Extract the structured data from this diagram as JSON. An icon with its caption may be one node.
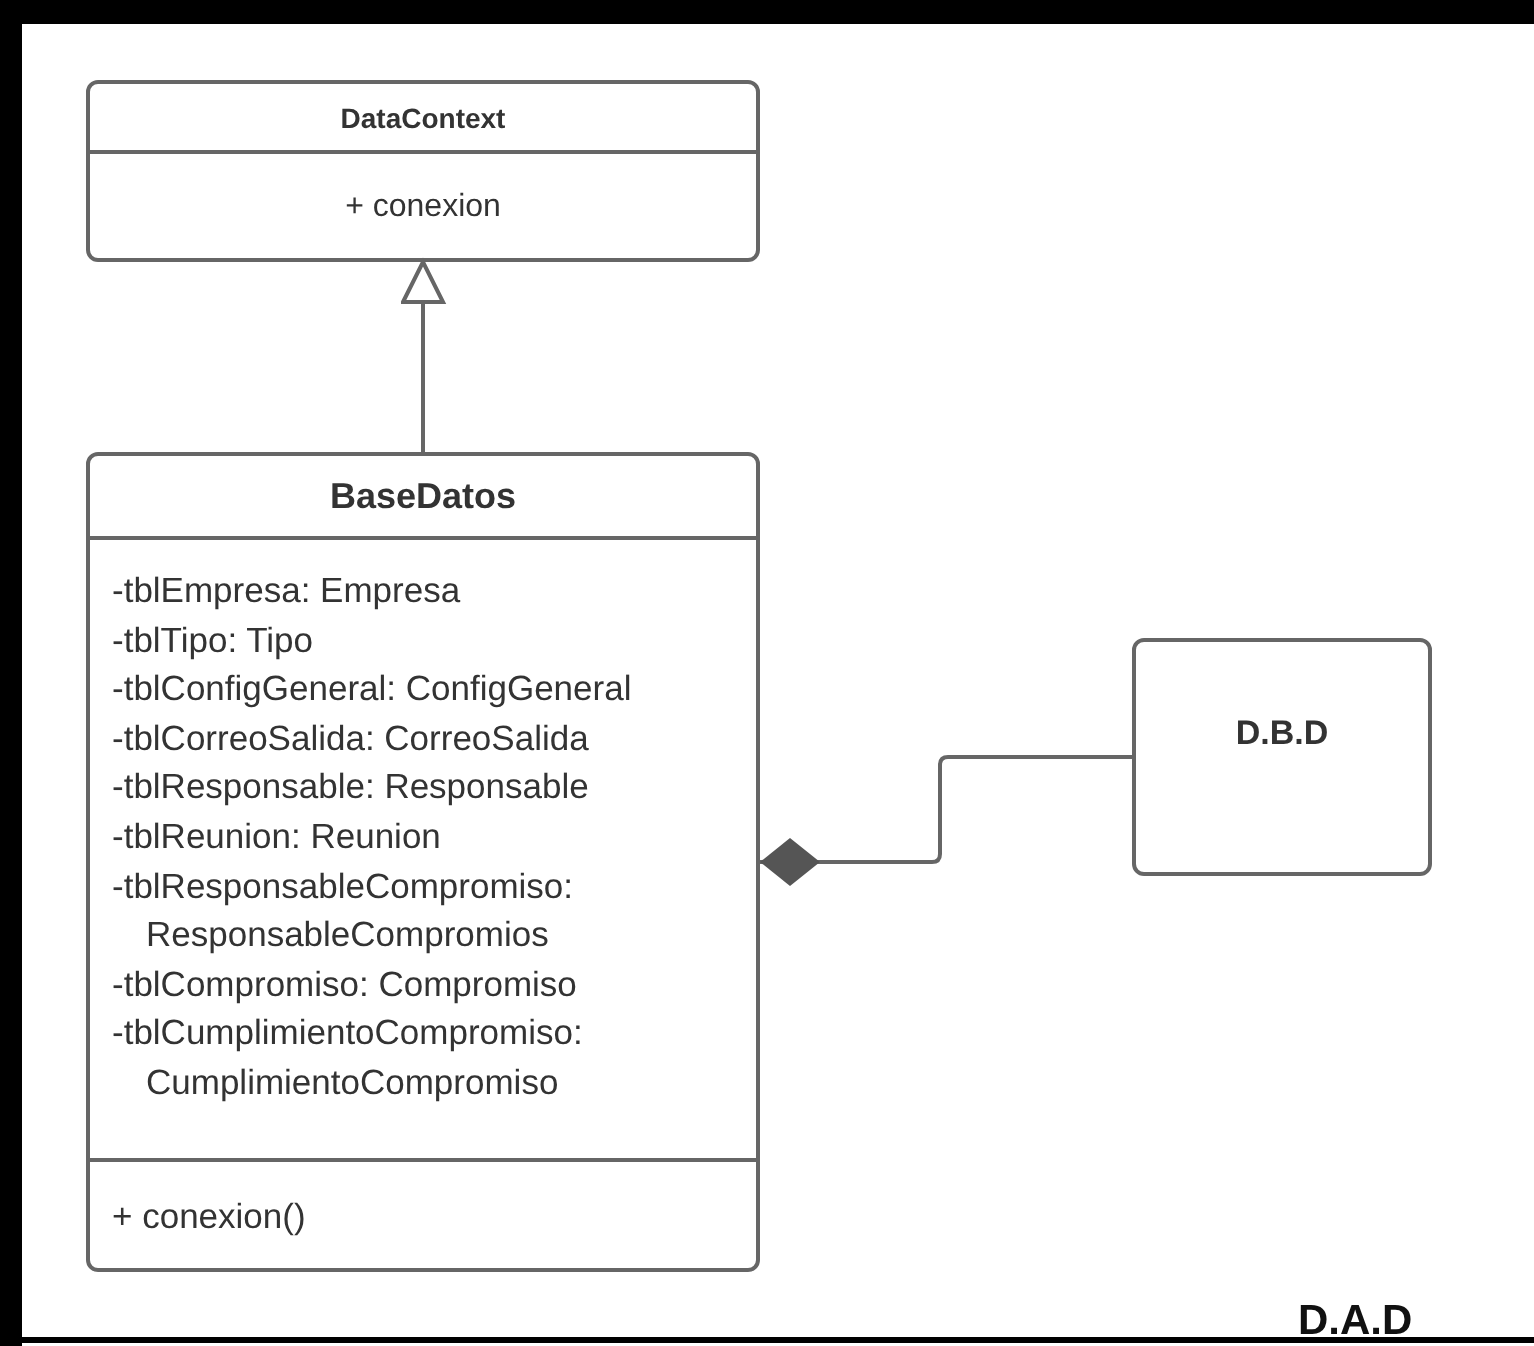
{
  "diagram": {
    "nodes": [
      {
        "text": [
          "DataContext",
          "+ conexion"
        ]
      },
      {
        "text": [
          "BaseDatos",
          "-tblEmpresa: Empresa",
          "-tblTipo: Tipo",
          "-tblConfigGeneral: ConfigGeneral",
          "-tblCorreoSalida: CorreoSalida",
          "-tblResponsable: Responsable",
          "-tblReunion: Reunion",
          "-tblResponsableCompromiso: ResponsableCompromios",
          "-tblCompromiso: Compromiso",
          "-tblCumplimientoCompromiso: CumplimientoCompromiso",
          "+ conexion()"
        ]
      },
      {
        "text": [
          "D.B.D"
        ]
      }
    ],
    "edges": [
      {
        "from": 1,
        "to": 0,
        "arrow": "to"
      },
      {
        "from": 2,
        "to": 1,
        "arrow": "other"
      }
    ],
    "labels": [
      "D.A.D"
    ]
  }
}
